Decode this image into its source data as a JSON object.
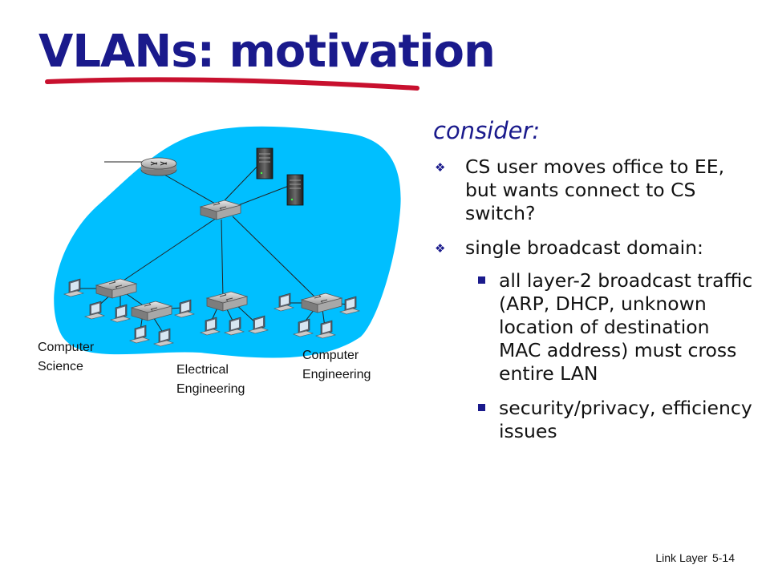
{
  "title": "VLANs: motivation",
  "colors": {
    "title": "#1a1a8c",
    "underline": "#c8102e",
    "network_blob": "#00bfff"
  },
  "network_labels": {
    "cs": "Computer\nScience",
    "ee": "Electrical\nEngineering",
    "ce": "Computer\nEngineering"
  },
  "content": {
    "heading": "consider:",
    "bullets": [
      {
        "text": "CS user moves office to EE, but wants connect to CS switch?"
      },
      {
        "text": "single broadcast domain:",
        "sub": [
          "all layer-2 broadcast traffic (ARP, DHCP, unknown location of destination MAC address) must cross entire LAN",
          "security/privacy, efficiency issues"
        ]
      }
    ]
  },
  "footer": {
    "label": "Link Layer",
    "page": "5-14"
  }
}
